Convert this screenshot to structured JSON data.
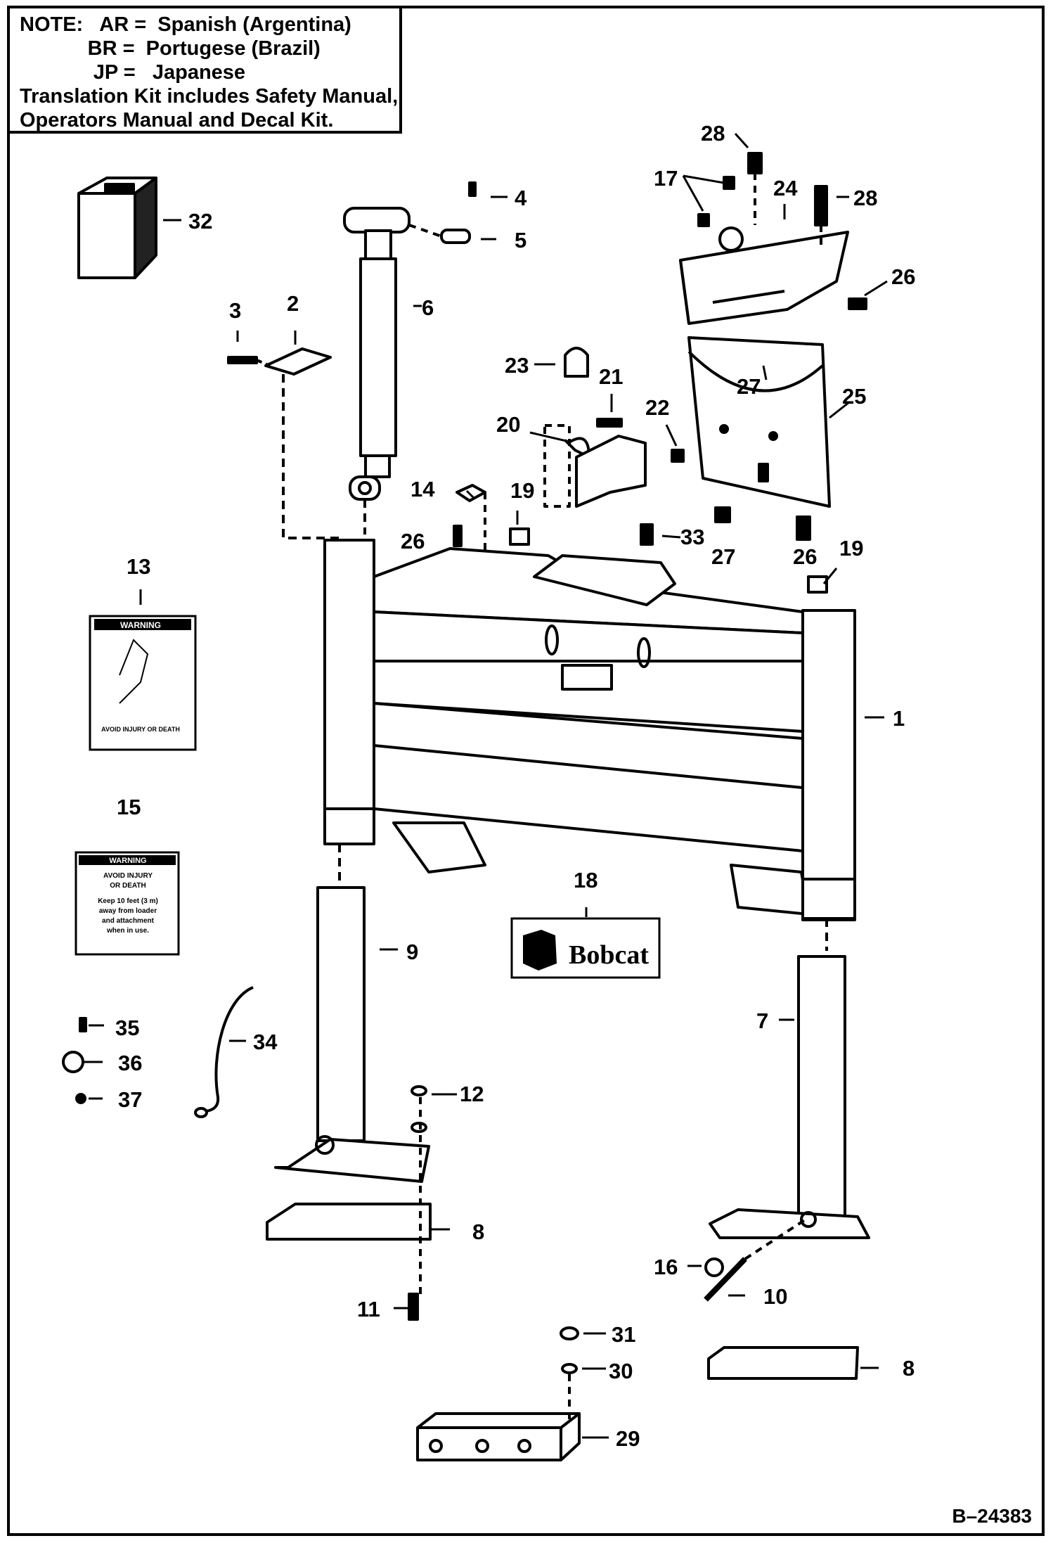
{
  "note": {
    "lines": [
      "NOTE:   AR =  Spanish (Argentina)",
      "            BR =  Portugese (Brazil)",
      "             JP =   Japanese",
      "Translation Kit includes Safety Manual,",
      "Operators Manual and Decal Kit."
    ]
  },
  "callouts": [
    "28",
    "17",
    "24",
    "28",
    "4",
    "32",
    "5",
    "26",
    "3",
    "2",
    "6",
    "23",
    "21",
    "27",
    "25",
    "20",
    "22",
    "14",
    "19",
    "33",
    "26",
    "27",
    "26",
    "19",
    "13",
    "1",
    "15",
    "18",
    "9",
    "7",
    "35",
    "34",
    "36",
    "12",
    "37",
    "8",
    "16",
    "10",
    "11",
    "31",
    "8",
    "30",
    "29"
  ],
  "decals": {
    "warning_13": {
      "header": "WARNING",
      "footer": "AVOID INJURY OR DEATH"
    },
    "warning_15": {
      "header": "WARNING",
      "lines": [
        "AVOID INJURY",
        "OR DEATH",
        "Keep 10 feet (3 m)",
        "away from loader",
        "and attachment",
        "when in use."
      ]
    },
    "logo_18": {
      "text": "Bobcat"
    }
  },
  "figure_id": "B–24383"
}
